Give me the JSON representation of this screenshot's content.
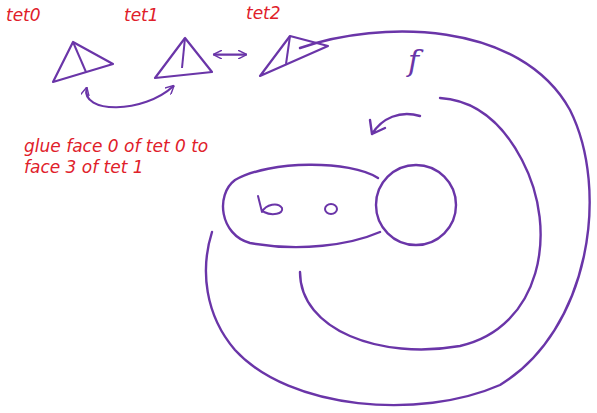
{
  "diagram": {
    "nodes": [
      {
        "text": [
          "tet0"
        ]
      },
      {
        "text": [
          "tet1"
        ]
      },
      {
        "text": [
          "tet2"
        ]
      }
    ],
    "edges": [
      {
        "from": 0,
        "to": 1,
        "arrow": "both"
      },
      {
        "from": 1,
        "to": 2,
        "arrow": "both"
      }
    ],
    "labels": [
      "glue face 0 of tet 0 to face 3 of tet 1",
      "f"
    ]
  }
}
